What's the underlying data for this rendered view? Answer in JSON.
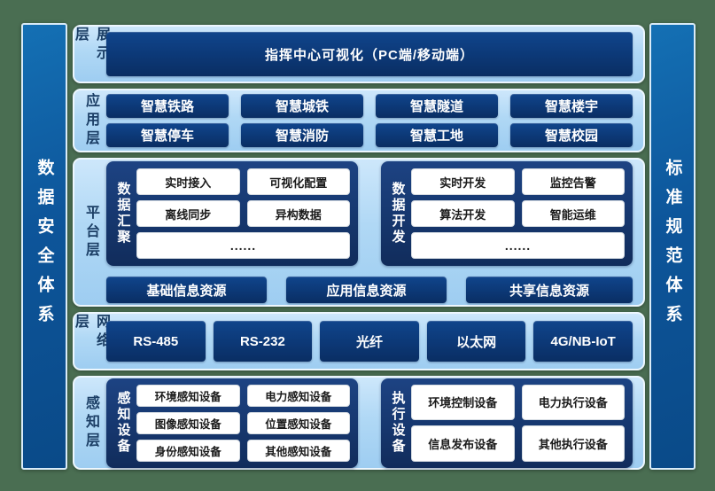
{
  "side_bars": {
    "left": "数据安全体系",
    "right": "标准规范体系"
  },
  "layers": {
    "presentation": {
      "label": "展示层",
      "title": "指挥中心可视化（PC端/移动端）"
    },
    "application": {
      "label": "应用层",
      "items": [
        "智慧铁路",
        "智慧城铁",
        "智慧隧道",
        "智慧楼宇",
        "智慧停车",
        "智慧消防",
        "智慧工地",
        "智慧校园"
      ]
    },
    "platform": {
      "label": "平台层",
      "groups": [
        {
          "name": "数据汇聚",
          "items": [
            "实时接入",
            "可视化配置",
            "离线同步",
            "异构数据"
          ],
          "more": "......"
        },
        {
          "name": "数据开发",
          "items": [
            "实时开发",
            "监控告警",
            "算法开发",
            "智能运维"
          ],
          "more": "......"
        }
      ],
      "resources": [
        "基础信息资源",
        "应用信息资源",
        "共享信息资源"
      ]
    },
    "network": {
      "label": "网络层",
      "items": [
        "RS-485",
        "RS-232",
        "光纤",
        "以太网",
        "4G/NB-IoT"
      ]
    },
    "perception": {
      "label": "感知层",
      "groups": [
        {
          "name": "感知设备",
          "items": [
            "环境感知设备",
            "电力感知设备",
            "图像感知设备",
            "位置感知设备",
            "身份感知设备",
            "其他感知设备"
          ]
        },
        {
          "name": "执行设备",
          "items": [
            "环境控制设备",
            "电力执行设备",
            "信息发布设备",
            "其他执行设备"
          ]
        }
      ]
    }
  },
  "colors": {
    "background": "#4a6e52",
    "panel_light_blue": "#aed6f4",
    "navy_box": "#0c3876",
    "side_bar_blue": "#0e5d9e",
    "white_box": "#ffffff"
  }
}
